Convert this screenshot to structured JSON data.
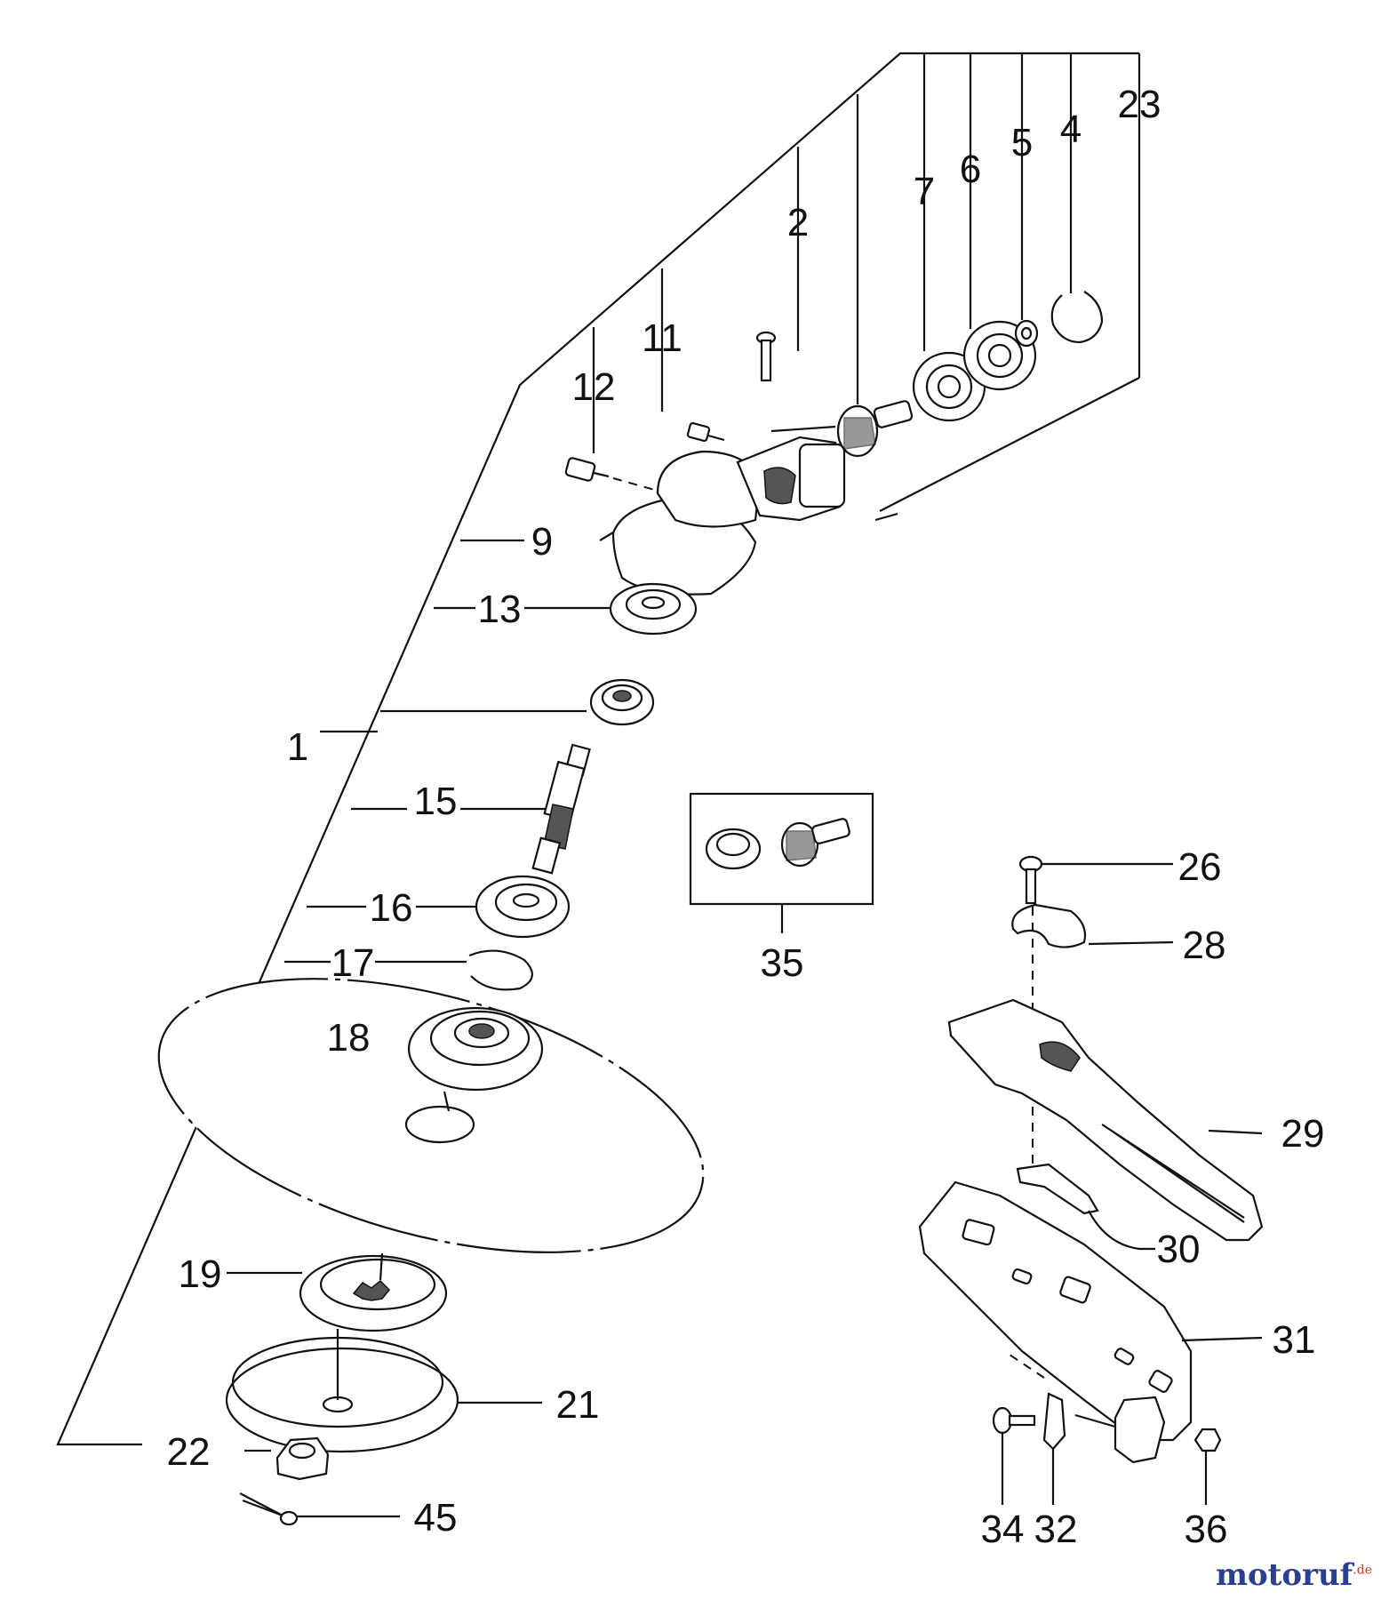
{
  "callouts": [
    {
      "id": "c1",
      "label": "1"
    },
    {
      "id": "c2",
      "label": "2"
    },
    {
      "id": "c4",
      "label": "4"
    },
    {
      "id": "c5",
      "label": "5"
    },
    {
      "id": "c6",
      "label": "6"
    },
    {
      "id": "c7",
      "label": "7"
    },
    {
      "id": "c9",
      "label": "9"
    },
    {
      "id": "c11",
      "label": "11"
    },
    {
      "id": "c12",
      "label": "12"
    },
    {
      "id": "c13",
      "label": "13"
    },
    {
      "id": "c15",
      "label": "15"
    },
    {
      "id": "c16",
      "label": "16"
    },
    {
      "id": "c17",
      "label": "17"
    },
    {
      "id": "c18",
      "label": "18"
    },
    {
      "id": "c19",
      "label": "19"
    },
    {
      "id": "c21",
      "label": "21"
    },
    {
      "id": "c22",
      "label": "22"
    },
    {
      "id": "c23",
      "label": "23"
    },
    {
      "id": "c26",
      "label": "26"
    },
    {
      "id": "c28",
      "label": "28"
    },
    {
      "id": "c29",
      "label": "29"
    },
    {
      "id": "c30",
      "label": "30"
    },
    {
      "id": "c31",
      "label": "31"
    },
    {
      "id": "c32",
      "label": "32"
    },
    {
      "id": "c34",
      "label": "34"
    },
    {
      "id": "c35",
      "label": "35"
    },
    {
      "id": "c36",
      "label": "36"
    },
    {
      "id": "c45",
      "label": "45"
    }
  ],
  "watermark": {
    "brand": "motoruf",
    "suffix": ".de"
  }
}
